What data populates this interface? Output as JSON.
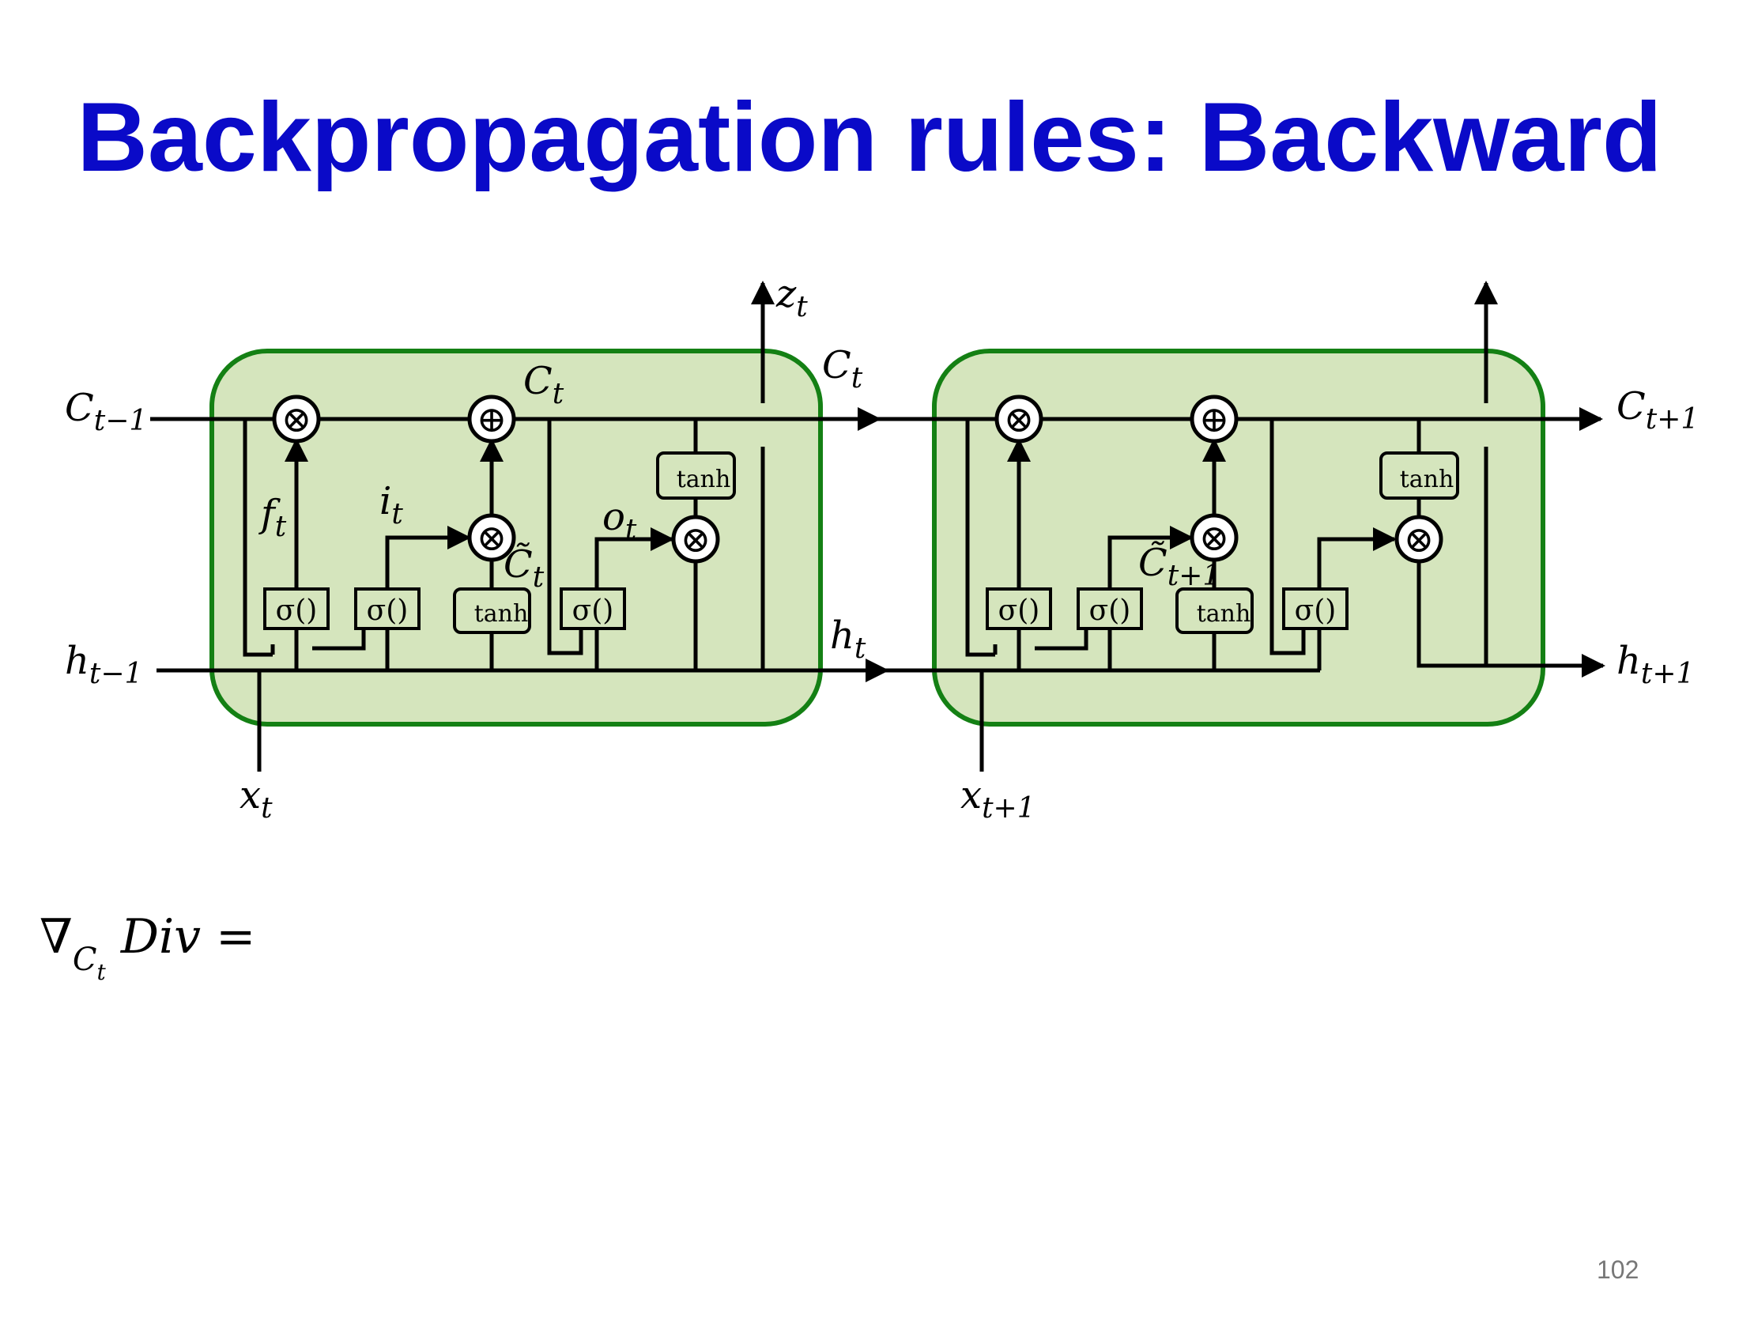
{
  "title": "Backpropagation rules: Backward",
  "page_number": "102",
  "equation": {
    "nabla": "∇",
    "sub_main": "C",
    "sub_sub": "t",
    "rest": "Div ="
  },
  "labels": {
    "c_prev": {
      "main": "C",
      "sub": "t−1"
    },
    "h_prev": {
      "main": "h",
      "sub": "t−1"
    },
    "x_t": {
      "main": "x",
      "sub": "t"
    },
    "z_t": {
      "main": "z",
      "sub": "t"
    },
    "c_t_inside": {
      "main": "C",
      "sub": "t"
    },
    "c_t_between": {
      "main": "C",
      "sub": "t"
    },
    "h_t_between": {
      "main": "h",
      "sub": "t"
    },
    "f_t": {
      "main": "f",
      "sub": "t"
    },
    "i_t": {
      "main": "i",
      "sub": "t"
    },
    "o_t": {
      "main": "o",
      "sub": "t"
    },
    "ctilde_t": {
      "main": "C̃",
      "sub": "t"
    },
    "ctilde_next": {
      "main": "C̃",
      "sub": "t+1"
    },
    "x_next": {
      "main": "x",
      "sub": "t+1"
    },
    "c_next": {
      "main": "C",
      "sub": "t+1"
    },
    "h_next": {
      "main": "h",
      "sub": "t+1"
    }
  },
  "gates": {
    "sigma": "σ()",
    "tanh": "tanh",
    "multiply_symbol": "⊗",
    "add_symbol": "⊕"
  },
  "colors": {
    "title": "#0a0ac8",
    "cell_fill": "#d5e5bd",
    "cell_border": "#148014",
    "line": "#000000"
  }
}
